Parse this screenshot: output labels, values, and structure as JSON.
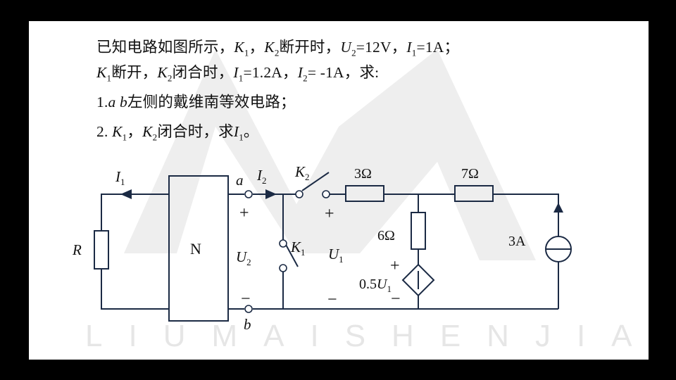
{
  "problem": {
    "l1": {
      "p1": "已知电路如图所示，",
      "k1": "K",
      "k1s": "1",
      "p2": "，",
      "k2": "K",
      "k2s": "2",
      "p3": "断开时，",
      "u2": "U",
      "u2s": "2",
      "p4": "=12V，",
      "i1": "I",
      "i1s": "1",
      "p5": "=1A；"
    },
    "l2": {
      "k1": "K",
      "k1s": "1",
      "p1": "断开，",
      "k2": "K",
      "k2s": "2",
      "p2": "闭合时，",
      "i1": "I",
      "i1s": "1",
      "p3": "=1.2A，",
      "i2": "I",
      "i2s": "2",
      "p4": "= -1A，求:"
    },
    "l3": {
      "p1": "1.",
      "ab": "a b",
      "p2": "左侧的戴维南等效电路；"
    },
    "l4": {
      "p1": "2. ",
      "k1": "K",
      "k1s": "1",
      "p2": "，",
      "k2": "K",
      "k2s": "2",
      "p3": "闭合时，求",
      "i1": "I",
      "i1s": "1",
      "p4": "。"
    }
  },
  "circuit": {
    "I1": "I",
    "I1s": "1",
    "I2": "I",
    "I2s": "2",
    "K2": "K",
    "K2s": "2",
    "K1": "K",
    "K1s": "1",
    "R": "R",
    "N": "N",
    "a": "a",
    "b": "b",
    "U2": "U",
    "U2s": "2",
    "U1": "U",
    "U1s": "1",
    "r3": "3Ω",
    "r7": "7Ω",
    "r6": "6Ω",
    "src": "3A",
    "dep_coef": "0.5",
    "dep_U": "U",
    "dep_Us": "1",
    "plus": "+",
    "minus": "−"
  },
  "watermark": {
    "brand": "LIUMAISHENJIAN",
    "color": "#e6e6e6"
  }
}
